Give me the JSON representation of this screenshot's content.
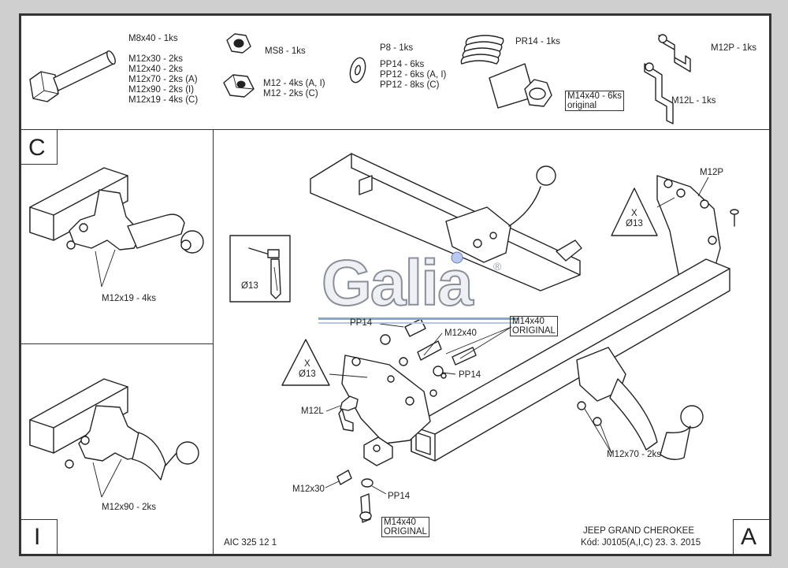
{
  "parts": {
    "bolts": {
      "line1": "M8x40 - 1ks",
      "line2": "M12x30 - 2ks",
      "line3": "M12x40 - 2ks",
      "line4": "M12x70 - 2ks (A)",
      "line5": "M12x90 - 2ks (I)",
      "line6": "M12x19 - 4ks (C)"
    },
    "nut_ms8": "MS8 - 1ks",
    "nut_m12": {
      "line1": "M12 - 4ks (A, I)",
      "line2": "M12 - 2ks (C)"
    },
    "washers": {
      "line1": "P8 - 1ks",
      "line2": "PP14 - 6ks",
      "line3": "PP12 - 6ks (A, I)",
      "line4": "PP12 - 8ks (C)"
    },
    "spring": "PR14 - 1ks",
    "m14": {
      "line1": "M14x40 - 6ks",
      "line2": "original"
    },
    "m12p": "M12P - 1ks",
    "m12l": "M12L - 1ks"
  },
  "panel_c": {
    "letter": "C",
    "label": "M12x19 - 4ks"
  },
  "panel_i": {
    "letter": "I",
    "label": "M12x90 - 2ks"
  },
  "main": {
    "letter": "A",
    "drill": "Ø13",
    "x_left": {
      "line1": "X",
      "line2": "Ø13"
    },
    "x_right": {
      "line1": "X",
      "line2": "Ø13"
    },
    "m12p": "M12P",
    "pp14_top": "PP14",
    "m12x40": "M12x40",
    "m14_top": {
      "line1": "M14x40",
      "line2": "ORIGINAL"
    },
    "pp14_mid": "PP14",
    "m12l": "M12L",
    "m12x30": "M12x30",
    "pp14_bot": "PP14",
    "m14_bot": {
      "line1": "M14x40",
      "line2": "ORIGINAL"
    },
    "m12x70": "M12x70 - 2ks"
  },
  "footer": {
    "code": "AIC 325 12 1",
    "vehicle": "JEEP GRAND CHEROKEE",
    "kod": "Kód: J0105(A,I,C)  23. 3. 2015"
  },
  "logo": {
    "text": "Galia",
    "mark": "®"
  }
}
